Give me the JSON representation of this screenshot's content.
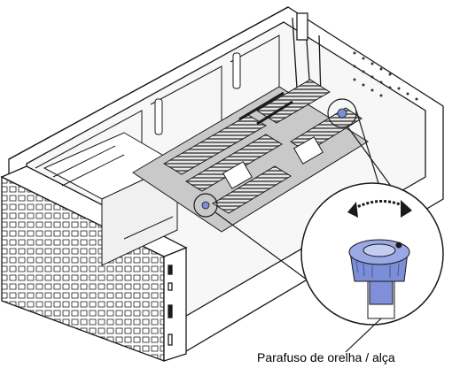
{
  "diagram": {
    "callout_label": "Parafuso de orelha / alça",
    "colors": {
      "line": "#1a1a1a",
      "board": "#c9c9c9",
      "chassis": "#ffffff",
      "screw": "#7b8ed6",
      "screw_dark": "#4d5fa8"
    },
    "parts": [
      "server-chassis",
      "front-bezel",
      "system-board",
      "thumbscrew",
      "rotation-arrow"
    ]
  }
}
